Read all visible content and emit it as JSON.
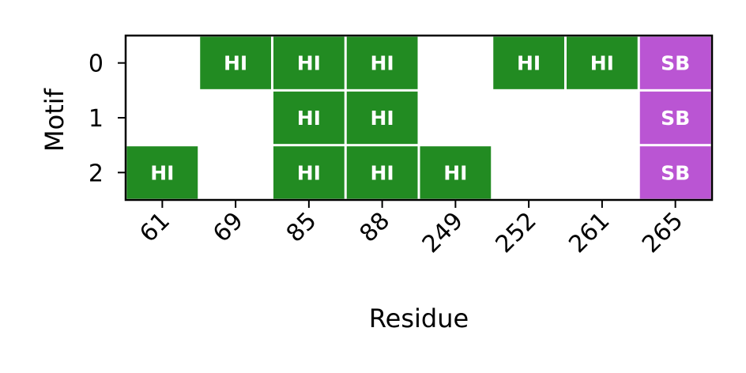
{
  "chart_data": {
    "type": "heatmap",
    "title": "",
    "xlabel": "Residue",
    "ylabel": "Motif",
    "x_categories": [
      "61",
      "69",
      "85",
      "88",
      "249",
      "252",
      "261",
      "265"
    ],
    "y_categories": [
      "0",
      "1",
      "2"
    ],
    "cells": [
      {
        "row": "0",
        "col": "69",
        "label": "HI"
      },
      {
        "row": "0",
        "col": "85",
        "label": "HI"
      },
      {
        "row": "0",
        "col": "88",
        "label": "HI"
      },
      {
        "row": "0",
        "col": "252",
        "label": "HI"
      },
      {
        "row": "0",
        "col": "261",
        "label": "HI"
      },
      {
        "row": "0",
        "col": "265",
        "label": "SB"
      },
      {
        "row": "1",
        "col": "85",
        "label": "HI"
      },
      {
        "row": "1",
        "col": "88",
        "label": "HI"
      },
      {
        "row": "1",
        "col": "265",
        "label": "SB"
      },
      {
        "row": "2",
        "col": "61",
        "label": "HI"
      },
      {
        "row": "2",
        "col": "85",
        "label": "HI"
      },
      {
        "row": "2",
        "col": "88",
        "label": "HI"
      },
      {
        "row": "2",
        "col": "249",
        "label": "HI"
      },
      {
        "row": "2",
        "col": "265",
        "label": "SB"
      }
    ],
    "colors": {
      "HI": "#228b22",
      "SB": "#ba55d3"
    },
    "grid": false,
    "legend": "none"
  }
}
